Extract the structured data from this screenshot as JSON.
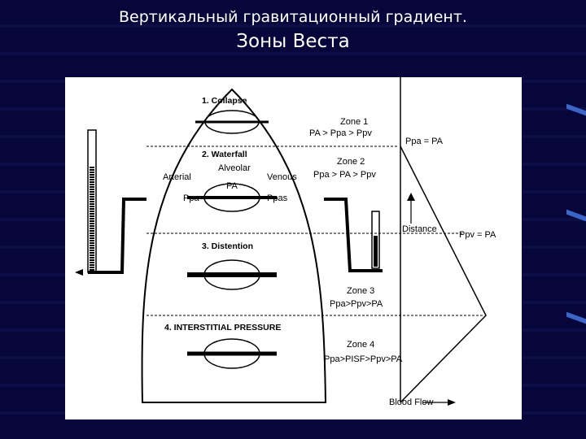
{
  "slide": {
    "title_line1": "Вертикальный гравитационный градиент.",
    "title_line2": "Зоны Веста"
  },
  "diagram": {
    "zone_titles": [
      "1. Collapse",
      "2. Waterfall",
      "3. Distention",
      "4. INTERSTITIAL PRESSURE"
    ],
    "zone1": {
      "name": "Zone 1",
      "relation": "PA > Ppa > Ppv"
    },
    "zone2": {
      "name": "Zone 2",
      "relation": "Ppa > PA > Ppv"
    },
    "zone3": {
      "name": "Zone 3",
      "relation": "Ppa>Ppv>PA"
    },
    "zone4": {
      "name": "Zone 4",
      "relation": "Ppa>PISF>Ppv>PA"
    },
    "labels": {
      "arterial": "Arterial",
      "alveolar": "Alveolar",
      "venous": "Venous",
      "ppa": "Ppa",
      "pA": "PA",
      "ppas": "Ppas",
      "ppa_eq_pa": "Ppa = PA",
      "ppv_eq_pa": "Ppv = PA",
      "distance": "Distance",
      "blood_flow": "Blood Flow"
    }
  }
}
